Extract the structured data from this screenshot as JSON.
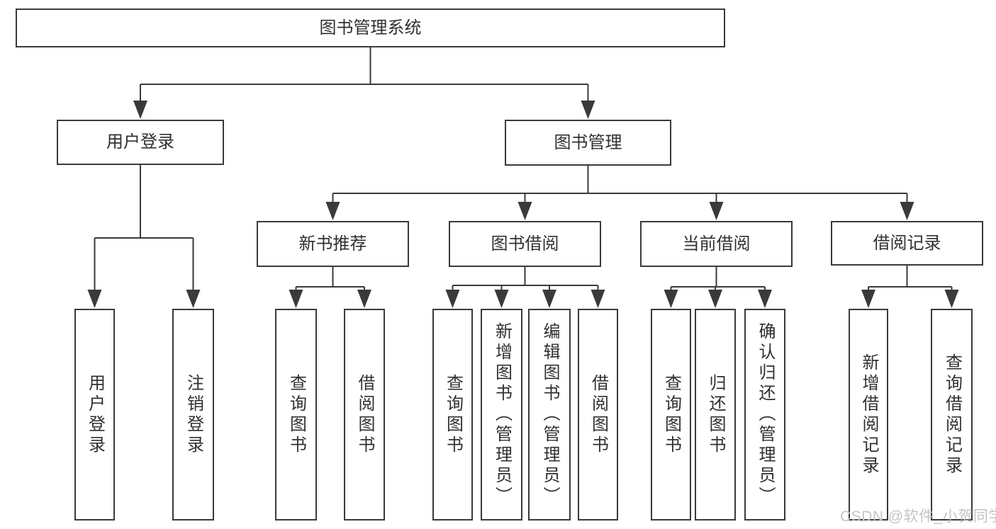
{
  "diagram": {
    "title": "图书管理系统",
    "watermark": "CSDN @软件_小贺同学",
    "colors": {
      "line": "#3a3a3a",
      "box_border": "#3a3a3a",
      "text": "#303030",
      "watermark": "#c5c5c5",
      "background": "#ffffff"
    },
    "nodes": [
      {
        "id": "root",
        "label": "图书管理系统",
        "parent": null
      },
      {
        "id": "user-login",
        "label": "用户登录",
        "parent": "root"
      },
      {
        "id": "book-mgmt",
        "label": "图书管理",
        "parent": "root"
      },
      {
        "id": "new-book-rec",
        "label": "新书推荐",
        "parent": "book-mgmt"
      },
      {
        "id": "book-borrow",
        "label": "图书借阅",
        "parent": "book-mgmt"
      },
      {
        "id": "current-borrow",
        "label": "当前借阅",
        "parent": "book-mgmt"
      },
      {
        "id": "borrow-record",
        "label": "借阅记录",
        "parent": "book-mgmt"
      },
      {
        "id": "leaf-user-login",
        "label": "用户登录",
        "parent": "user-login"
      },
      {
        "id": "leaf-logout",
        "label": "注销登录",
        "parent": "user-login"
      },
      {
        "id": "leaf-query-book-1",
        "label": "查询图书",
        "parent": "new-book-rec"
      },
      {
        "id": "leaf-borrow-book-1",
        "label": "借阅图书",
        "parent": "new-book-rec"
      },
      {
        "id": "leaf-query-book-2",
        "label": "查询图书",
        "parent": "book-borrow"
      },
      {
        "id": "leaf-add-book",
        "label": "新增图书（管理员）",
        "parent": "book-borrow"
      },
      {
        "id": "leaf-edit-book",
        "label": "编辑图书（管理员）",
        "parent": "book-borrow"
      },
      {
        "id": "leaf-borrow-book-2",
        "label": "借阅图书",
        "parent": "book-borrow"
      },
      {
        "id": "leaf-query-book-3",
        "label": "查询图书",
        "parent": "current-borrow"
      },
      {
        "id": "leaf-return-book",
        "label": "归还图书",
        "parent": "current-borrow"
      },
      {
        "id": "leaf-confirm-return",
        "label": "确认归还（管理员）",
        "parent": "current-borrow"
      },
      {
        "id": "leaf-add-record",
        "label": "新增借阅记录",
        "parent": "borrow-record"
      },
      {
        "id": "leaf-query-record",
        "label": "查询借阅记录",
        "parent": "borrow-record"
      }
    ]
  }
}
